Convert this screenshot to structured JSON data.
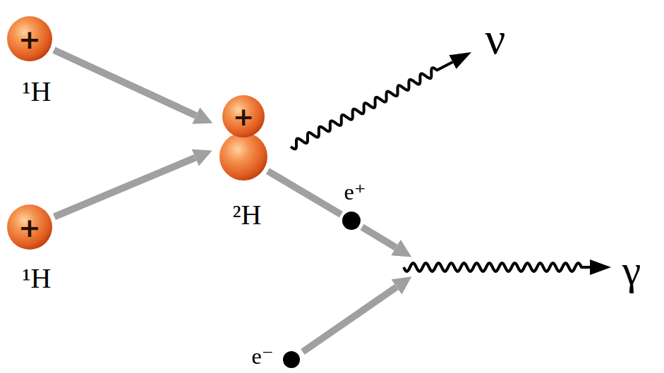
{
  "diagram": {
    "nodes": [
      {
        "text": [
          "+",
          "¹H"
        ]
      },
      {
        "text": [
          "+",
          "¹H"
        ]
      },
      {
        "text": [
          "+",
          "²H"
        ]
      },
      {
        "text": [
          "e⁺"
        ]
      },
      {
        "text": [
          "e⁻"
        ]
      }
    ],
    "edges": [
      {
        "from": 0,
        "to": 2,
        "arrow": "to"
      },
      {
        "from": 1,
        "to": 2,
        "arrow": "to"
      },
      {
        "from": 2,
        "to": 3,
        "arrow": "none"
      }
    ],
    "labels": [
      "ν",
      "γ"
    ]
  }
}
